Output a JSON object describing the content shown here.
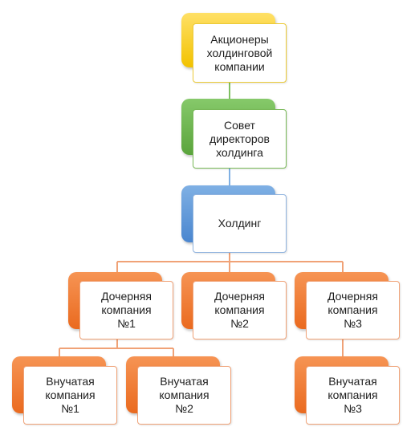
{
  "diagram": {
    "nodes": {
      "shareholders": "Акционеры\nхолдинговой\nкомпании",
      "board": "Совет\nдиректоров\nхолдинга",
      "holding": "Холдинг",
      "subsidiary_1": "Дочерняя\nкомпания\n№1",
      "subsidiary_2": "Дочерняя\nкомпания\n№2",
      "subsidiary_3": "Дочерняя\nкомпания\n№3",
      "sub_subsidiary_1": "Внучатая\nкомпания\n№1",
      "sub_subsidiary_2": "Внучатая\nкомпания\n№2",
      "sub_subsidiary_3": "Внучатая\nкомпания\n№3"
    },
    "edges": [
      [
        "shareholders",
        "board"
      ],
      [
        "board",
        "holding"
      ],
      [
        "holding",
        "subsidiary_1"
      ],
      [
        "holding",
        "subsidiary_2"
      ],
      [
        "holding",
        "subsidiary_3"
      ],
      [
        "subsidiary_1",
        "sub_subsidiary_1"
      ],
      [
        "subsidiary_1",
        "sub_subsidiary_2"
      ],
      [
        "subsidiary_3",
        "sub_subsidiary_3"
      ]
    ],
    "colors": {
      "yellow": "#f2c200",
      "green": "#5aa43c",
      "blue": "#4a86cf",
      "orange": "#ea6a1f",
      "connector_green": "#7fc062",
      "connector_blue": "#7fb0e4",
      "connector_orange": "#f0a277"
    }
  }
}
